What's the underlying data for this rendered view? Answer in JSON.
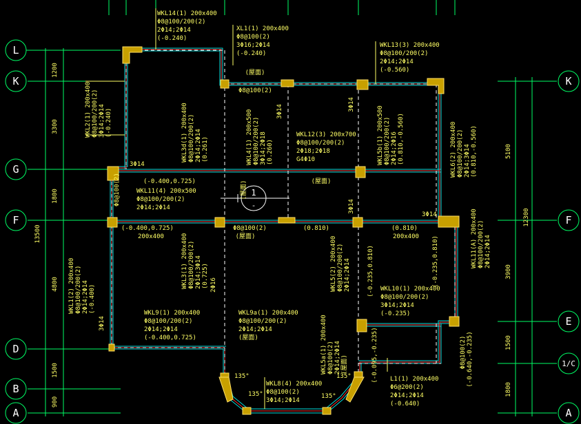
{
  "axes_left": [
    "L",
    "K",
    "G",
    "F",
    "D",
    "B",
    "A"
  ],
  "axes_right": [
    "K",
    "F",
    "E",
    "1/C",
    "A"
  ],
  "dims_left": [
    "1200",
    "3300",
    "1800",
    "4800",
    "1500",
    "900"
  ],
  "dims_left_total": "13500",
  "dims_right": [
    "5100",
    "3900",
    "1500",
    "1800"
  ],
  "dims_right_total": "12300",
  "beams": {
    "wkl14": [
      "WKL14(1) 200x400",
      "Φ8@100/200(2)",
      "2Φ14;2Φ14",
      "(-0.240)"
    ],
    "xl1": [
      "XL1(1) 200x400",
      "Φ8@100(2)",
      "3Φ16;2Φ14",
      "(-0.240)"
    ],
    "wkl13": [
      "WKL13(3) 200x400",
      "Φ8@100/200(2)",
      "2Φ14;2Φ14",
      "(-0.560)"
    ],
    "wkl2": [
      "WKL2(1) 200x400",
      "Φ8@100/200(2)",
      "3Φ14;2Φ14",
      "(-0.240)"
    ],
    "wkl3d": [
      "WKL3d(1) 200x400",
      "Φ8@100/200(2)",
      "2Φ14;2Φ14",
      "(0.261)"
    ],
    "wkl4": [
      "WKL4(1) 200x500",
      "Φ8@100/200(2)",
      "3Φ14;2Φ18",
      "(0.260)"
    ],
    "wkl12": [
      "WKL12(3) 200x700",
      "Φ8@100/200(2)",
      "2Φ18;2Φ18",
      "G4Φ10"
    ],
    "wkl5b": [
      "WKL5b(1) 200x500",
      "Φ8@100/200(2)",
      "2Φ14;2Φ16",
      "(0.810,-0.560)"
    ],
    "wkl6": [
      "WKL6(2) 200x400",
      "Φ8@100/200(2)",
      "2Φ14;3Φ14",
      "(0.810,-0.560)"
    ],
    "wkl11": [
      "WKL11(4) 200x500",
      "Φ8@100/200(2)",
      "2Φ14;2Φ14"
    ],
    "wkl3": [
      "WKL3(1) 200x400",
      "Φ8@100/200(2)",
      "2Φ14;3Φ14",
      "(0.725)"
    ],
    "wkl52": [
      "WKL5(2) 200x400",
      "Φ8@100/200(2)",
      "2Φ14;2Φ14"
    ],
    "wkl10": [
      "WKL10(1) 200x400",
      "Φ8@100/200(2)",
      "3Φ14;2Φ14",
      "(-0.235)"
    ],
    "wkl11a": [
      "WKL11(A) 200x400",
      "Φ8@100/200(2)",
      "2Φ14;2Φ14"
    ],
    "wkl1": [
      "WKL1(2) 200x400",
      "Φ8@100/200(2)",
      "2Φ14;2Φ14",
      "(-0.400)"
    ],
    "wkl9": [
      "WKL9(1) 200x400",
      "Φ8@100/200(2)",
      "2Φ14;2Φ14",
      "(-0.400,0.725)"
    ],
    "wkl9a": [
      "WKL9a(1) 200x400",
      "Φ8@100/200(2)",
      "2Φ14;2Φ14",
      "(屋面)"
    ],
    "wkl5a": [
      "WKL5a(1) 200x400",
      "Φ8@100(2)",
      "2Φ14;2Φ14",
      "(屋面)"
    ],
    "wkl8": [
      "WKL8(4) 200x400",
      "Φ8@100(2)",
      "3Φ14;2Φ14"
    ],
    "l1": [
      "L1(1) 200x400",
      "Φ6@200(2)",
      "2Φ14;2Φ14",
      "(-0.640)"
    ]
  },
  "notes": {
    "phi8_100_a": "Φ8@100(2)",
    "phi8_100_b": "Φ8@100(2)",
    "phi8_100_left": "Φ8@100(2)",
    "phi8_100_right": "Φ8@100(2)",
    "lvl_0400": "(-0.400,0.725)",
    "lvl_0400b": "(-0.400,0.725)",
    "lvl_0810": "(0.810)",
    "lvl_0810b": "(0.810)",
    "sz_200x400a": "200x400",
    "sz_200x400b": "200x400",
    "lvl_0235": "(-0.235,0.810)",
    "lvl_0235b": "(-0.235,0.810)",
    "lvl_0095": "(-0.095,-0.235)",
    "lvl_0640": "(-0.640,-0.235)",
    "r3phi14a": "3Φ14",
    "r3phi14b": "3Φ14",
    "r3phi14c": "3Φ14",
    "r3phi14d": "3Φ14",
    "r3phi14e": "3Φ14",
    "r3phi14f": "3Φ14",
    "r2phi16": "2Φ16",
    "ang1": "135°",
    "ang2": "135°",
    "ang3": "135°",
    "ang4": "135°",
    "roof1": "(屋面)",
    "roof2": "(屋面)",
    "roof3": "(屋面)",
    "roof4": "(屋面)",
    "detail_num": "1",
    "detail_sub": "-"
  }
}
